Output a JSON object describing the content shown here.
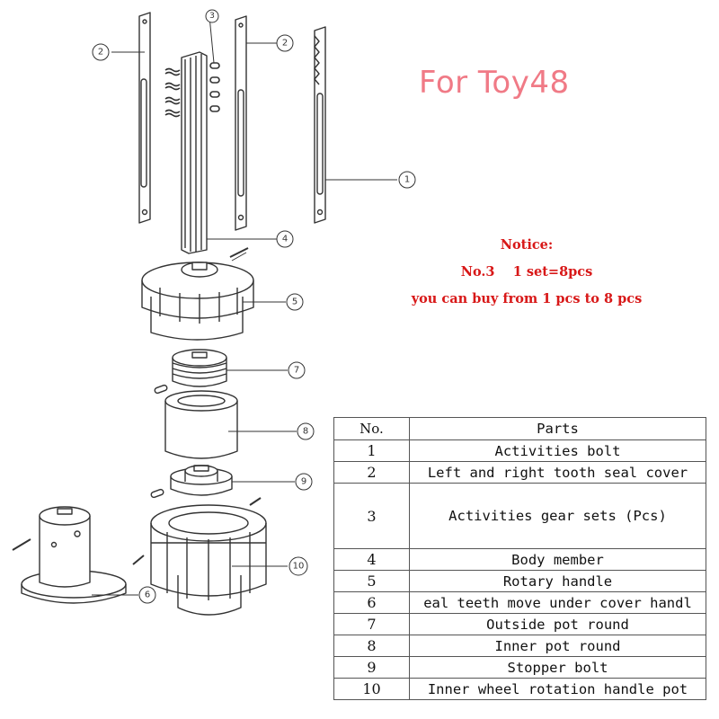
{
  "title": "For Toy48",
  "notice": {
    "heading": "Notice:",
    "line1": "No.3    1 set=8pcs",
    "line2": "you can buy from 1 pcs to 8 pcs"
  },
  "table": {
    "headers": {
      "no": "No.",
      "parts": "Parts"
    },
    "rows": [
      {
        "no": "1",
        "part": "Activities bolt"
      },
      {
        "no": "2",
        "part": "Left and right tooth seal cover"
      },
      {
        "no": "3",
        "part": "Activities gear sets (Pcs)"
      },
      {
        "no": "4",
        "part": "Body member"
      },
      {
        "no": "5",
        "part": "Rotary handle"
      },
      {
        "no": "6",
        "part": "eal teeth move under cover handl"
      },
      {
        "no": "7",
        "part": "Outside pot round"
      },
      {
        "no": "8",
        "part": "Inner pot round"
      },
      {
        "no": "9",
        "part": "Stopper bolt"
      },
      {
        "no": "10",
        "part": "Inner wheel rotation handle pot"
      }
    ]
  },
  "callouts": [
    "1",
    "2",
    "2",
    "3",
    "4",
    "5",
    "6",
    "7",
    "8",
    "9",
    "10"
  ],
  "colors": {
    "title": "#f07a86",
    "notice": "#d81818",
    "line": "#333333"
  }
}
